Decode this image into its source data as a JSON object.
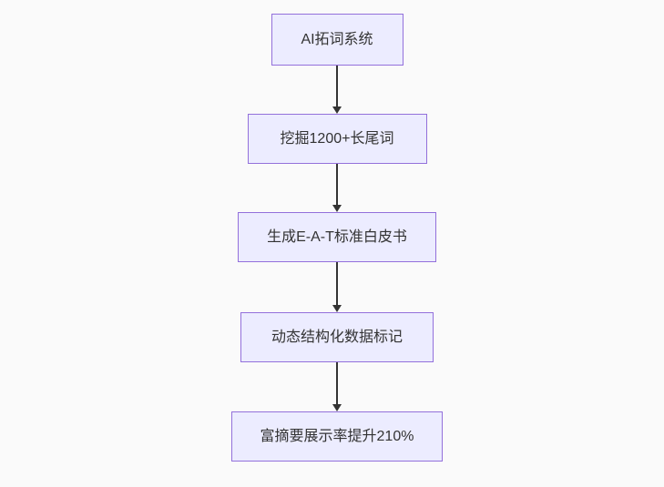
{
  "diagram": {
    "type": "flowchart",
    "direction": "top-down",
    "nodes": [
      {
        "label": "AI拓词系统"
      },
      {
        "label": "挖掘1200+长尾词"
      },
      {
        "label": "生成E-A-T标准白皮书"
      },
      {
        "label": "动态结构化数据标记"
      },
      {
        "label": "富摘要展示率提升210%"
      }
    ],
    "edges": [
      {
        "from": 0,
        "to": 1,
        "style": "arrow-down"
      },
      {
        "from": 1,
        "to": 2,
        "style": "arrow-down"
      },
      {
        "from": 2,
        "to": 3,
        "style": "arrow-down"
      },
      {
        "from": 3,
        "to": 4,
        "style": "arrow-down"
      }
    ],
    "colors": {
      "background": "#fafafa",
      "node_fill": "#ececff",
      "node_border": "#9370db",
      "edge_line": "#333333",
      "text": "#333333"
    }
  }
}
